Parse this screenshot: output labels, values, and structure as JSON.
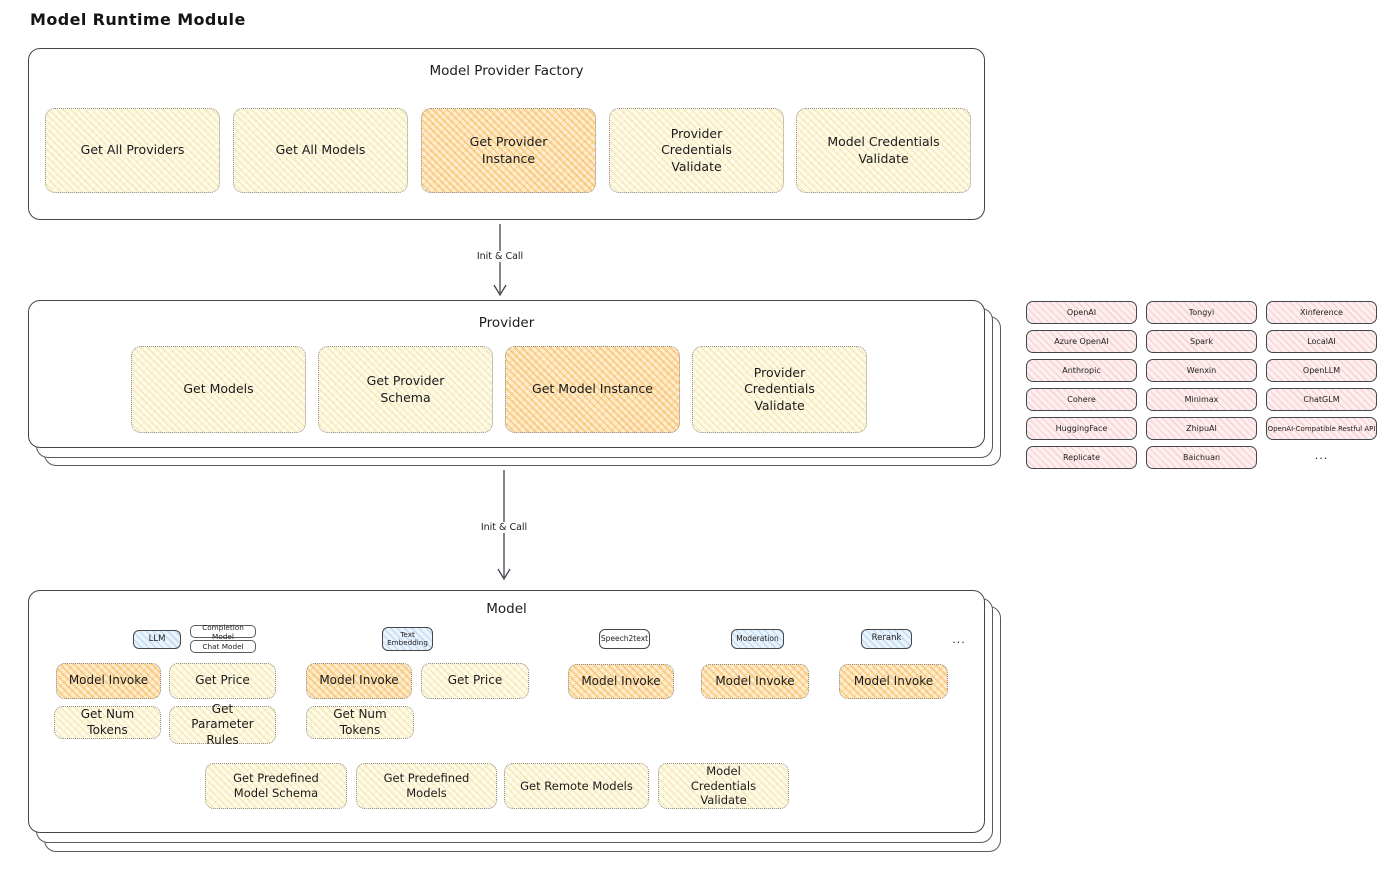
{
  "page_title": "Model Runtime Module",
  "factory": {
    "title": "Model Provider Factory",
    "buttons": [
      {
        "label": "Get All Providers",
        "highlighted": false
      },
      {
        "label": "Get All Models",
        "highlighted": false
      },
      {
        "label": "Get Provider Instance",
        "highlighted": true
      },
      {
        "label": "Provider Credentials Validate",
        "highlighted": false
      },
      {
        "label": "Model Credentials Validate",
        "highlighted": false
      }
    ]
  },
  "arrows": {
    "factory_to_provider": "Init & Call",
    "provider_to_model": "Init & Call"
  },
  "provider": {
    "title": "Provider",
    "buttons": [
      {
        "label": "Get Models",
        "highlighted": false
      },
      {
        "label": "Get Provider Schema",
        "highlighted": false
      },
      {
        "label": "Get Model Instance",
        "highlighted": true
      },
      {
        "label": "Provider Credentials Validate",
        "highlighted": false
      }
    ]
  },
  "providers_panel": {
    "rows": [
      [
        "OpenAI",
        "Tongyi",
        "Xinference"
      ],
      [
        "Azure OpenAI",
        "Spark",
        "LocalAI"
      ],
      [
        "Anthropic",
        "Wenxin",
        "OpenLLM"
      ],
      [
        "Cohere",
        "Minimax",
        "ChatGLM"
      ],
      [
        "HuggingFace",
        "ZhipuAI",
        "OpenAI-Compatible Restful API"
      ],
      [
        "Replicate",
        "Baichuan"
      ]
    ],
    "ellipsis": "..."
  },
  "model": {
    "title": "Model",
    "groups": [
      {
        "tab": "LLM",
        "sub_tabs": [
          "Completion Model",
          "Chat Model"
        ],
        "buttons": [
          {
            "label": "Model Invoke",
            "highlighted": true
          },
          {
            "label": "Get Price",
            "highlighted": false
          },
          {
            "label": "Get Num Tokens",
            "highlighted": false
          },
          {
            "label": "Get Parameter Rules",
            "highlighted": false
          }
        ]
      },
      {
        "tab": "Text Embedding",
        "buttons": [
          {
            "label": "Model Invoke",
            "highlighted": true
          },
          {
            "label": "Get Price",
            "highlighted": false
          },
          {
            "label": "Get Num Tokens",
            "highlighted": false
          }
        ]
      },
      {
        "tab": "Speech2text",
        "buttons": [
          {
            "label": "Model Invoke",
            "highlighted": true
          }
        ]
      },
      {
        "tab": "Moderation",
        "buttons": [
          {
            "label": "Model Invoke",
            "highlighted": true
          }
        ]
      },
      {
        "tab": "Rerank",
        "buttons": [
          {
            "label": "Model Invoke",
            "highlighted": true
          }
        ]
      }
    ],
    "ellipsis": "...",
    "shared_buttons": [
      {
        "label": "Get Predefined Model Schema"
      },
      {
        "label": "Get Predefined Models"
      },
      {
        "label": "Get Remote Models"
      },
      {
        "label": "Model Credentials Validate"
      }
    ]
  },
  "colors": {
    "node_yellow": "#fffbe9",
    "node_highlight_orange": "#ffeecd",
    "provider_pink": "#fdefef",
    "model_type_blue": "#eaf4fc",
    "stroke_dark": "#41454c",
    "stroke_dotted": "#8f8f8f"
  }
}
